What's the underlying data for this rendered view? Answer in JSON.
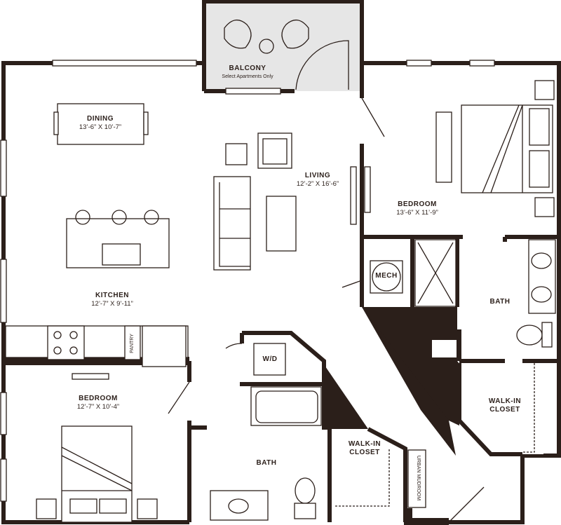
{
  "plan": {
    "rooms": {
      "balcony": {
        "name": "BALCONY",
        "note": "Select Apartments Only"
      },
      "dining": {
        "name": "DINING",
        "size": "13’-6” X 10’-7”"
      },
      "living": {
        "name": "LIVING",
        "size": "12’-2” X 16’-6”"
      },
      "bedroom1": {
        "name": "BEDROOM",
        "size": "13’-6” X 11’-9”"
      },
      "kitchen": {
        "name": "KITCHEN",
        "size": "12’-7” X 9’-11”"
      },
      "bedroom2": {
        "name": "BEDROOM",
        "size": "12’-7” X 10’-4”"
      },
      "bath1": {
        "name": "BATH"
      },
      "bath2": {
        "name": "BATH"
      },
      "closet1": {
        "name": "WALK-IN CLOSET",
        "line1": "WALK-IN",
        "line2": "CLOSET"
      },
      "closet2": {
        "name": "WALK-IN CLOSET",
        "line1": "WALK-IN",
        "line2": "CLOSET"
      }
    },
    "fixtures": {
      "mech": "MECH",
      "wd": "W/D",
      "pantry": "PANTRY",
      "mudroom": "URBAN MUDROOM"
    },
    "colors": {
      "wall": "#2b1f1a",
      "balcony_fill": "#e6e6e6"
    }
  }
}
